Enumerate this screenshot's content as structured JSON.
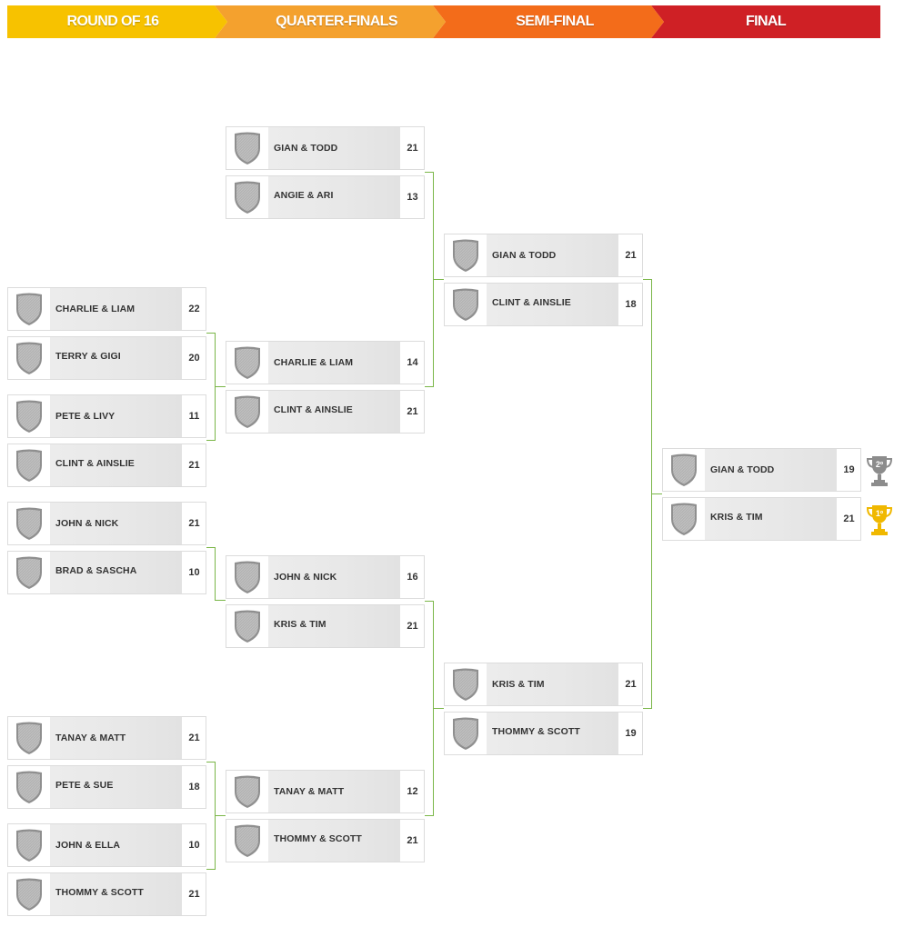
{
  "stages": {
    "round_of_16": "ROUND OF 16",
    "quarter_finals": "QUARTER-FINALS",
    "semi_final": "SEMI-FINAL",
    "final": "FINAL"
  },
  "colors": {
    "round_of_16": "#f7c200",
    "quarter_finals": "#f4a12e",
    "semi_final": "#f36c1a",
    "final": "#cf2025",
    "connector": "#7ab648",
    "gold_trophy": "#f0b800",
    "silver_trophy": "#8c8c8c"
  },
  "round_of_16": {
    "matches": [
      {
        "teams": [
          {
            "name": "CHARLIE & LIAM",
            "score": "22"
          },
          {
            "name": "TERRY & GIGI",
            "score": "20"
          }
        ]
      },
      {
        "teams": [
          {
            "name": "PETE & LIVY",
            "score": "11"
          },
          {
            "name": "CLINT & AINSLIE",
            "score": "21"
          }
        ]
      },
      {
        "teams": [
          {
            "name": "JOHN & NICK",
            "score": "21"
          },
          {
            "name": "BRAD & SASCHA",
            "score": "10"
          }
        ]
      },
      {
        "teams": [
          {
            "name": "TANAY & MATT",
            "score": "21"
          },
          {
            "name": "PETE & SUE",
            "score": "18"
          }
        ]
      },
      {
        "teams": [
          {
            "name": "JOHN & ELLA",
            "score": "10"
          },
          {
            "name": "THOMMY & SCOTT",
            "score": "21"
          }
        ]
      }
    ]
  },
  "quarter_finals": {
    "matches": [
      {
        "teams": [
          {
            "name": "GIAN & TODD",
            "score": "21"
          },
          {
            "name": "ANGIE & ARI",
            "score": "13"
          }
        ]
      },
      {
        "teams": [
          {
            "name": "CHARLIE & LIAM",
            "score": "14"
          },
          {
            "name": "CLINT & AINSLIE",
            "score": "21"
          }
        ]
      },
      {
        "teams": [
          {
            "name": "JOHN & NICK",
            "score": "16"
          },
          {
            "name": "KRIS & TIM",
            "score": "21"
          }
        ]
      },
      {
        "teams": [
          {
            "name": "TANAY & MATT",
            "score": "12"
          },
          {
            "name": "THOMMY & SCOTT",
            "score": "21"
          }
        ]
      }
    ]
  },
  "semi_final": {
    "matches": [
      {
        "teams": [
          {
            "name": "GIAN & TODD",
            "score": "21"
          },
          {
            "name": "CLINT & AINSLIE",
            "score": "18"
          }
        ]
      },
      {
        "teams": [
          {
            "name": "KRIS & TIM",
            "score": "21"
          },
          {
            "name": "THOMMY & SCOTT",
            "score": "19"
          }
        ]
      }
    ]
  },
  "final": {
    "matches": [
      {
        "teams": [
          {
            "name": "GIAN & TODD",
            "score": "19",
            "trophy": "silver-trophy-icon",
            "place": "2"
          },
          {
            "name": "KRIS & TIM",
            "score": "21",
            "trophy": "gold-trophy-icon",
            "place": "1"
          }
        ]
      }
    ]
  }
}
